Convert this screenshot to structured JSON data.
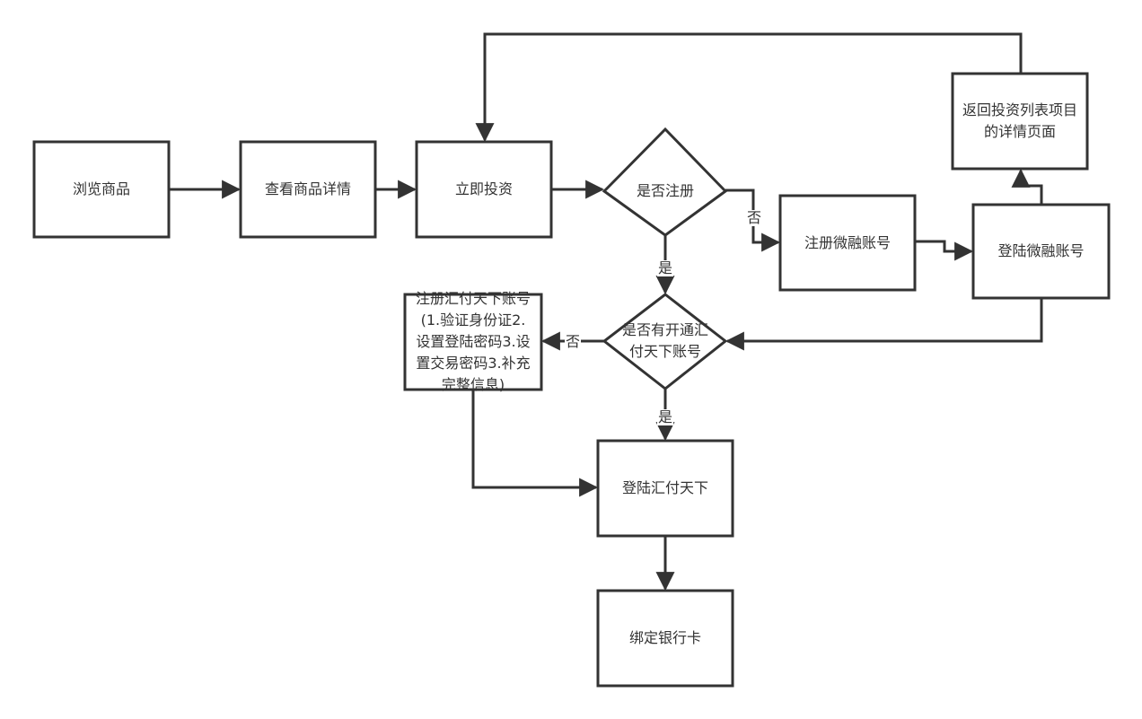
{
  "diagram": {
    "type": "flowchart",
    "colors": {
      "stroke": "#333333",
      "fill": "#ffffff",
      "text": "#333333"
    },
    "nodes": {
      "browse": {
        "label": "浏览商品",
        "shape": "rect"
      },
      "view_detail": {
        "label": "查看商品详情",
        "shape": "rect"
      },
      "invest_now": {
        "label": "立即投资",
        "shape": "rect"
      },
      "is_registered": {
        "label": "是否注册",
        "shape": "diamond"
      },
      "register_weirong": {
        "label": "注册微融账号",
        "shape": "rect"
      },
      "login_weirong": {
        "label": "登陆微融账号",
        "shape": "rect"
      },
      "return_detail": {
        "label": "返回投资列表项目的详情页面",
        "shape": "rect"
      },
      "has_huifu": {
        "label": "是否有开通汇付天下账号",
        "shape": "diamond"
      },
      "register_huifu": {
        "label": "注册汇付天下账号(1.验证身份证2.设置登陆密码3.设置交易密码3.补充完整信息)",
        "shape": "rect"
      },
      "login_huifu": {
        "label": "登陆汇付天下",
        "shape": "rect"
      },
      "bind_card": {
        "label": "绑定银行卡",
        "shape": "rect"
      }
    },
    "edges": [
      {
        "from": "browse",
        "to": "view_detail",
        "label": ""
      },
      {
        "from": "view_detail",
        "to": "invest_now",
        "label": ""
      },
      {
        "from": "invest_now",
        "to": "is_registered",
        "label": ""
      },
      {
        "from": "is_registered",
        "to": "register_weirong",
        "label": "否"
      },
      {
        "from": "is_registered",
        "to": "has_huifu",
        "label": "是"
      },
      {
        "from": "register_weirong",
        "to": "login_weirong",
        "label": ""
      },
      {
        "from": "login_weirong",
        "to": "return_detail",
        "label": ""
      },
      {
        "from": "return_detail",
        "to": "invest_now",
        "label": ""
      },
      {
        "from": "login_weirong",
        "to": "has_huifu",
        "label": ""
      },
      {
        "from": "has_huifu",
        "to": "register_huifu",
        "label": "否"
      },
      {
        "from": "has_huifu",
        "to": "login_huifu",
        "label": "是"
      },
      {
        "from": "register_huifu",
        "to": "login_huifu",
        "label": ""
      },
      {
        "from": "login_huifu",
        "to": "bind_card",
        "label": ""
      }
    ],
    "labels": {
      "no": "否",
      "yes": "是"
    }
  }
}
